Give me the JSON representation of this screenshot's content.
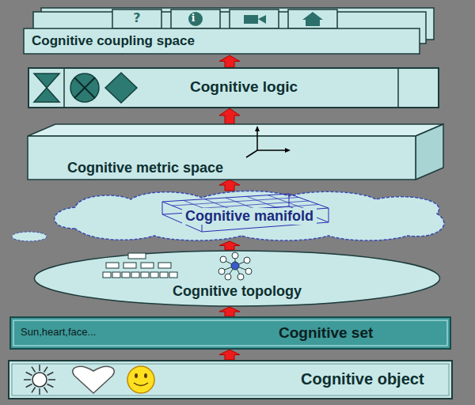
{
  "diagram": {
    "nodes": [
      {
        "text": [
          "Cognitive coupling space"
        ]
      },
      {
        "text": [
          "Cognitive logic"
        ]
      },
      {
        "text": [
          "Cognitive metric space"
        ]
      },
      {
        "text": [
          "Cognitive manifold"
        ]
      },
      {
        "text": [
          "Cognitive topology"
        ]
      },
      {
        "text": [
          "Sun,heart,face...",
          "Cognitive set"
        ]
      },
      {
        "text": [
          "Cognitive object"
        ]
      }
    ],
    "edges": [
      {
        "from": 6,
        "to": 5,
        "arrow": "to"
      },
      {
        "from": 5,
        "to": 4,
        "arrow": "to"
      },
      {
        "from": 4,
        "to": 3,
        "arrow": "to"
      },
      {
        "from": 3,
        "to": 2,
        "arrow": "to"
      },
      {
        "from": 2,
        "to": 1,
        "arrow": "to"
      },
      {
        "from": 1,
        "to": 0,
        "arrow": "to"
      }
    ],
    "labels": [
      "?",
      "i"
    ]
  }
}
